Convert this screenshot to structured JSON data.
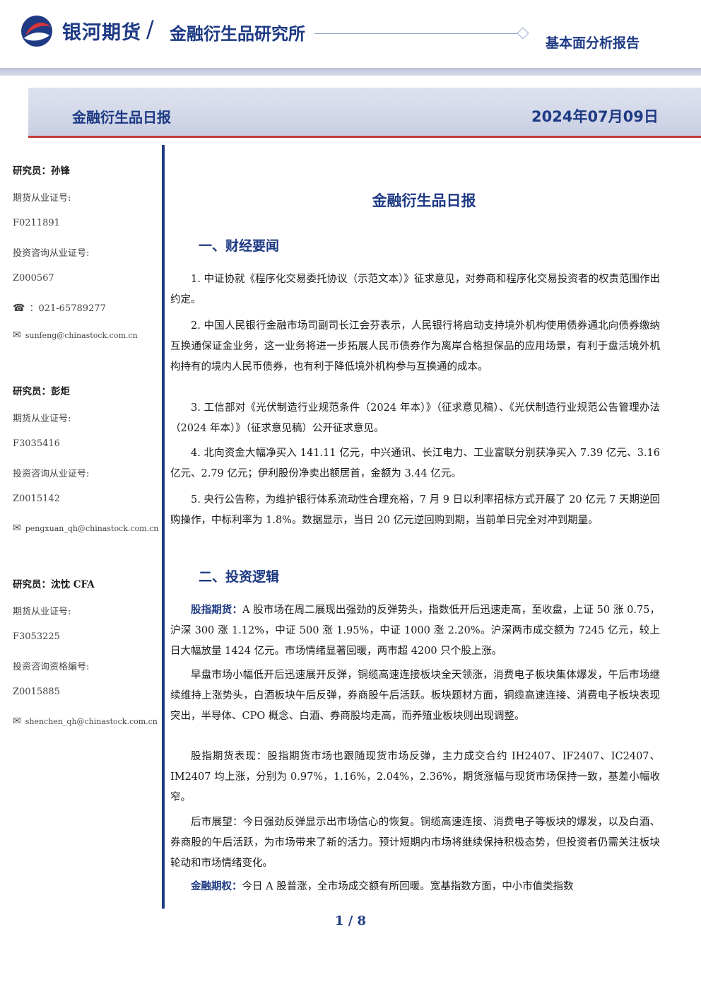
{
  "header": {
    "brand": "银河期货",
    "slash": "/",
    "institute": "金融衍生品研究所",
    "report_type": "基本面分析报告"
  },
  "banner": {
    "title": "金融衍生品日报",
    "date": "2024年07月09日"
  },
  "sidebar": {
    "analysts": [
      {
        "name_label": "研究员：孙锋",
        "futures_label": "期货从业证号:",
        "futures_id": "F0211891",
        "invest_label": "投资咨询从业证号:",
        "invest_id": "Z000567",
        "phone": "021-65789277",
        "email": "sunfeng@chinastock.com.cn"
      },
      {
        "name_label": "研究员：彭炬",
        "futures_label": "期货从业证号:",
        "futures_id": "F3035416",
        "invest_label": "投资咨询从业证号:",
        "invest_id": "Z0015142",
        "email": "pengxuan_qh@chinastock.com.cn"
      },
      {
        "name_label": "研究员：沈忱 CFA",
        "futures_label": "期货从业证号:",
        "futures_id": "F3053225",
        "invest_label": "投资咨询资格编号:",
        "invest_id": "Z0015885",
        "email": "shenchen_qh@chinastock.com.cn"
      }
    ],
    "phone_icon": "☎",
    "email_icon": "✉",
    "phone_suffix": "："
  },
  "main": {
    "title": "金融衍生品日报",
    "section1": "一、财经要闻",
    "news": [
      "1. 中证协就《程序化交易委托协议（示范文本）》征求意见，对券商和程序化交易投资者的权责范围作出约定。",
      "2. 中国人民银行金融市场司副司长江会芬表示，人民银行将启动支持境外机构使用债券通北向债券缴纳互换通保证金业务，这一业务将进一步拓展人民币债券作为离岸合格担保品的应用场景，有利于盘活境外机构持有的境内人民币债券，也有利于降低境外机构参与互换通的成本。",
      "3. 工信部对《光伏制造行业规范条件（2024 年本）》（征求意见稿）、《光伏制造行业规范公告管理办法（2024 年本）》（征求意见稿）公开征求意见。",
      "4. 北向资金大幅净买入 141.11 亿元，中兴通讯、长江电力、工业富联分别获净买入 7.39 亿元、3.16 亿元、2.79 亿元；伊利股份净卖出额居首，金额为 3.44 亿元。",
      "5. 央行公告称，为维护银行体系流动性合理充裕，7 月 9 日以利率招标方式开展了 20 亿元 7 天期逆回购操作，中标利率为 1.8%。数据显示，当日 20 亿元逆回购到期，当前单日完全对冲到期量。"
    ],
    "section2": "二、投资逻辑",
    "logic": {
      "p1_lead": "股指期货：",
      "p1": "A 股市场在周二展现出强劲的反弹势头，指数低开后迅速走高，至收盘，上证 50 涨 0.75，沪深 300 涨 1.12%，中证 500 涨 1.95%，中证 1000 涨 2.20%。沪深两市成交额为 7245 亿元，较上日大幅放量 1424 亿元。市场情绪显著回暖，两市超 4200 只个股上涨。",
      "p2": "早盘市场小幅低开后迅速展开反弹，铜缆高速连接板块全天领涨，消费电子板块集体爆发，午后市场继续维持上涨势头，白酒板块午后反弹，券商股午后活跃。板块题材方面，铜缆高速连接、消费电子板块表现突出，半导体、CPO 概念、白酒、券商股均走高，而养殖业板块则出现调整。",
      "p3": "股指期货表现：股指期货市场也跟随现货市场反弹，主力成交合约 IH2407、IF2407、IC2407、IM2407 均上涨，分别为 0.97%，1.16%，2.04%，2.36%，期货涨幅与现货市场保持一致，基差小幅收窄。",
      "p4": "后市展望：今日强劲反弹显示出市场信心的恢复。铜缆高速连接、消费电子等板块的爆发，以及白酒、券商股的午后活跃，为市场带来了新的活力。预计短期内市场将继续保持积极态势，但投资者仍需关注板块轮动和市场情绪变化。",
      "p5_lead": "金融期权：",
      "p5": "今日 A 股普涨，全市场成交额有所回暖。宽基指数方面，中小市值类指数"
    }
  },
  "footer": {
    "page": "1 / 8"
  },
  "colors": {
    "brand_blue": "#1e3a84",
    "accent_red": "#c23a3a"
  }
}
